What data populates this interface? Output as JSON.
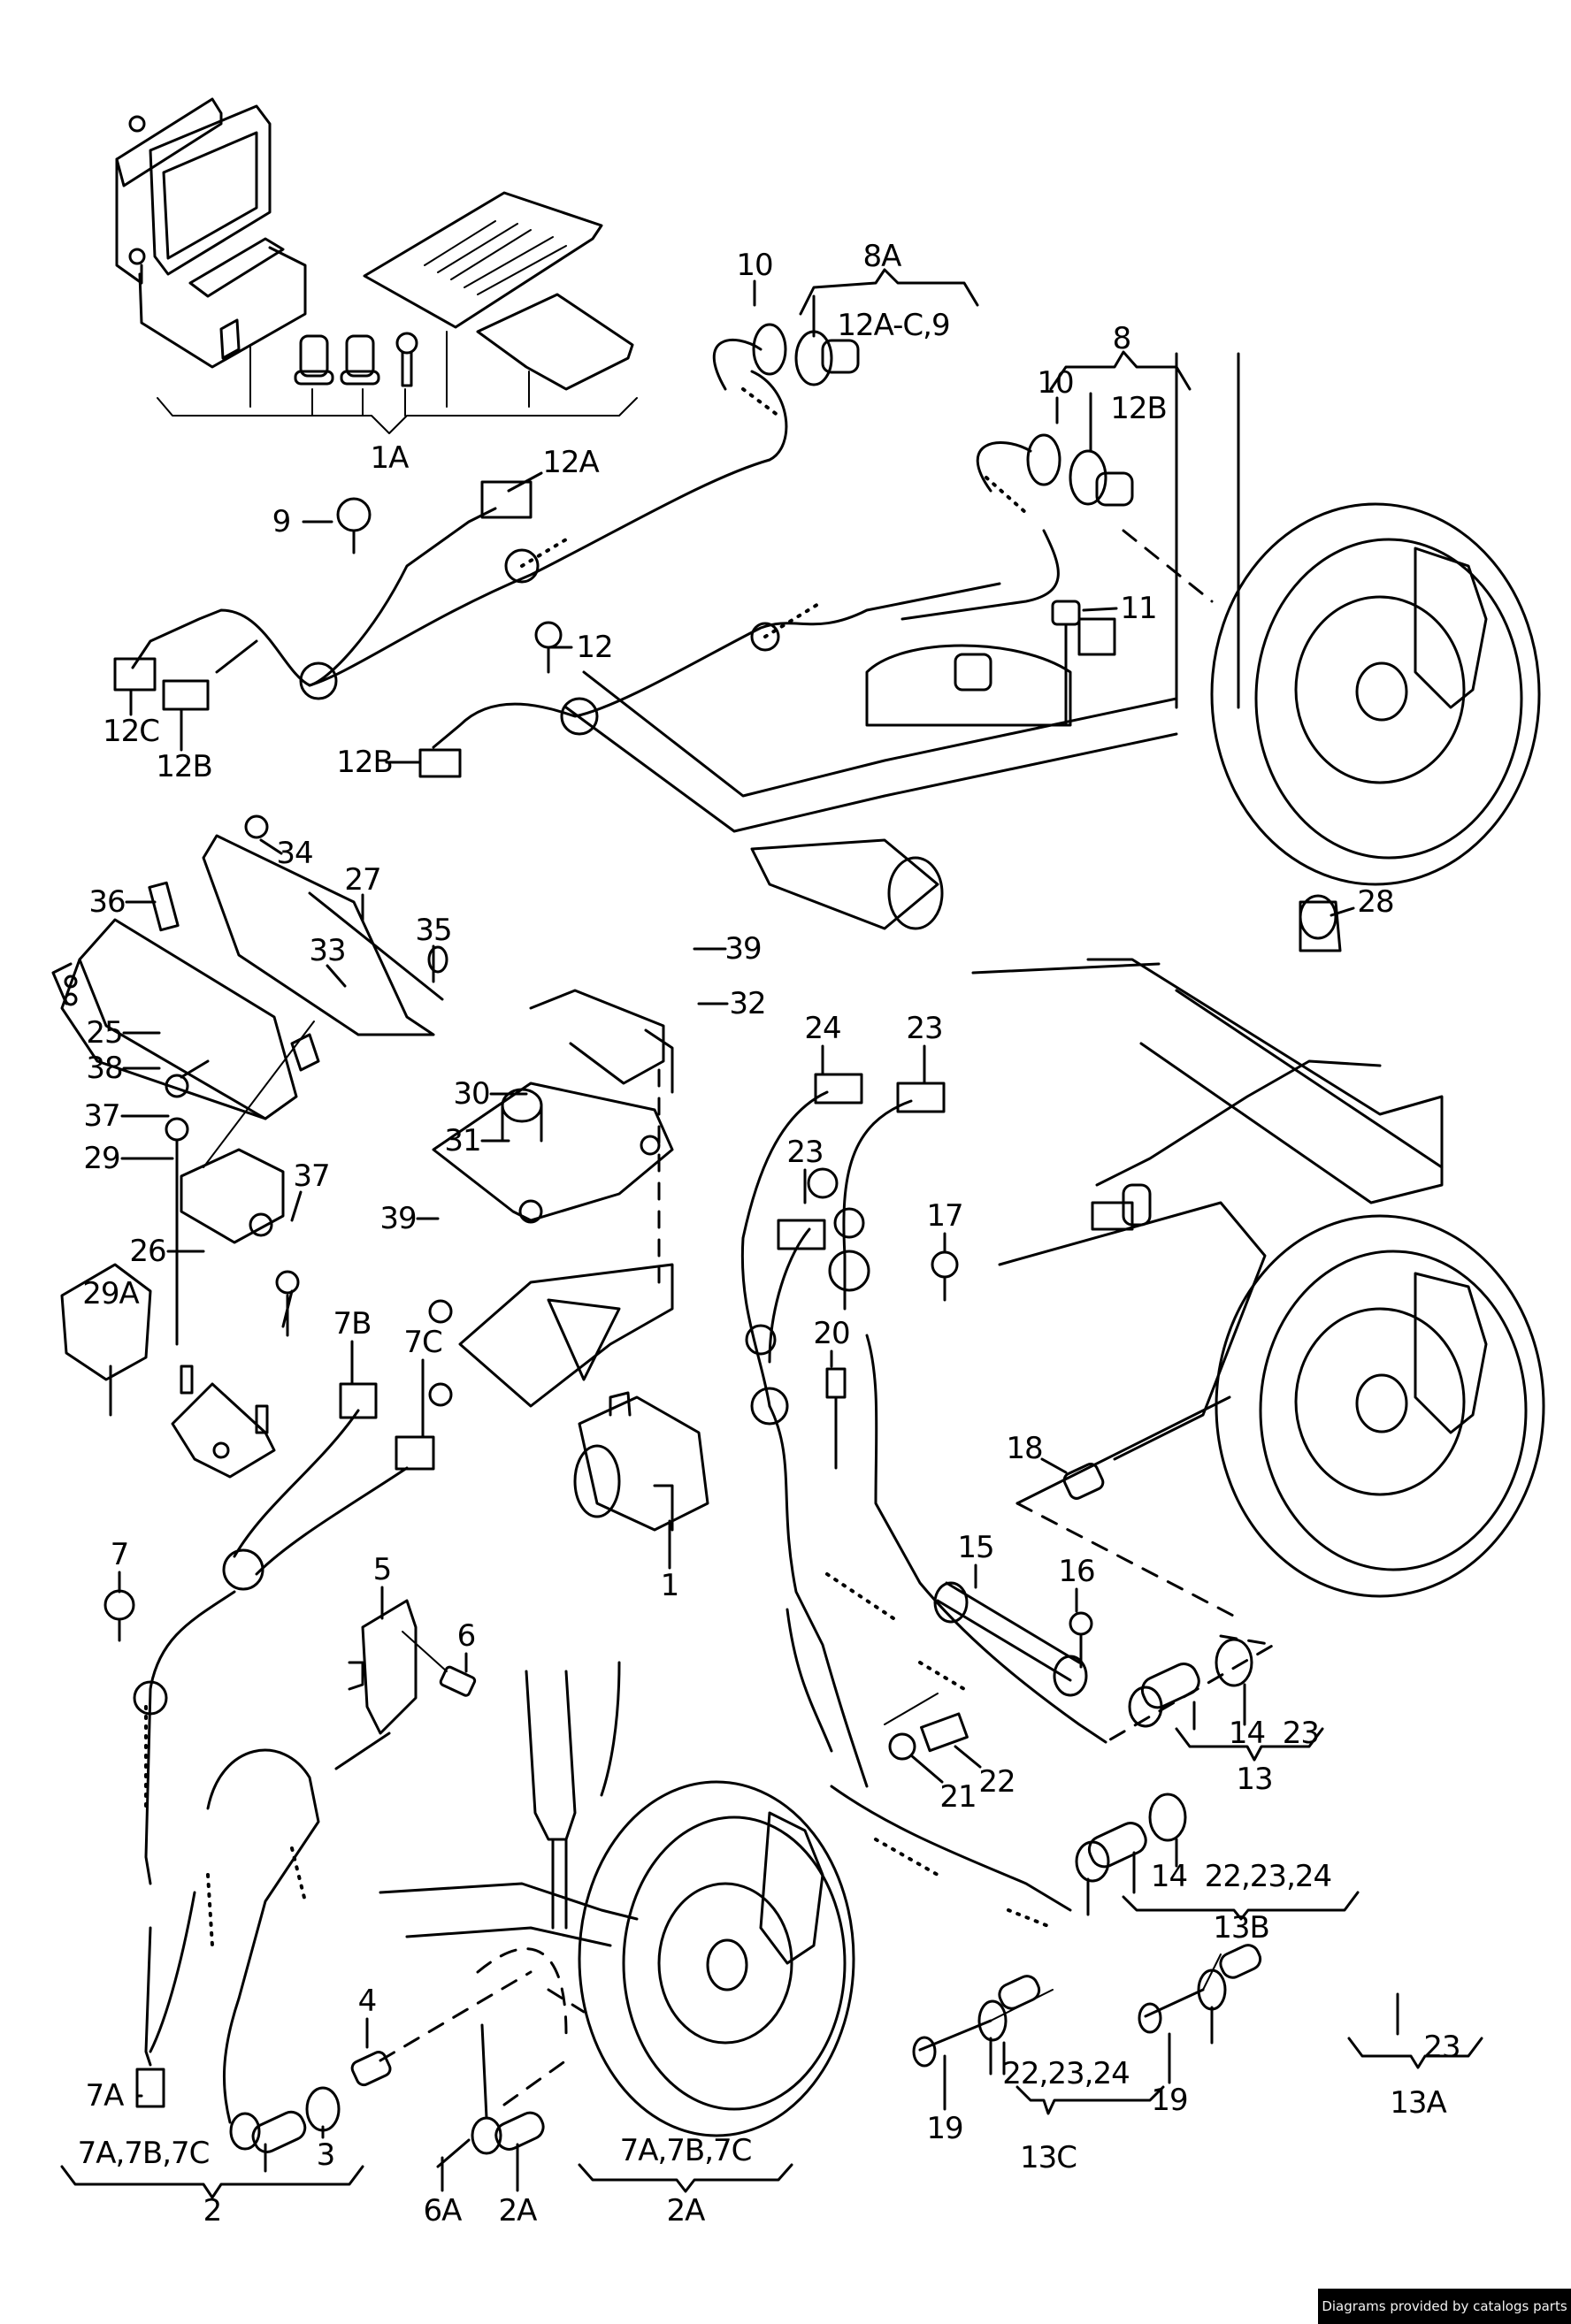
{
  "diagram": {
    "type": "exploded-parts-diagram",
    "subject": "ABS brake system wiring, sensors, control unit and mounting parts",
    "line_color": "#000000",
    "background_color": "#ffffff"
  },
  "callouts": [
    {
      "id": "c-1A",
      "text": "1A",
      "group": "abs-control-unit-kit"
    },
    {
      "id": "c-12A-top",
      "text": "12A"
    },
    {
      "id": "c-9",
      "text": "9"
    },
    {
      "id": "c-12C",
      "text": "12C"
    },
    {
      "id": "c-12B-left",
      "text": "12B"
    },
    {
      "id": "c-12B-mid",
      "text": "12B"
    },
    {
      "id": "c-12",
      "text": "12"
    },
    {
      "id": "c-10-left",
      "text": "10"
    },
    {
      "id": "c-8A",
      "text": "8A"
    },
    {
      "id": "c-8A-sub",
      "text": "12A-C,9"
    },
    {
      "id": "c-8",
      "text": "8"
    },
    {
      "id": "c-10-right",
      "text": "10"
    },
    {
      "id": "c-8-sub",
      "text": "12B"
    },
    {
      "id": "c-11",
      "text": "11"
    },
    {
      "id": "c-34",
      "text": "34"
    },
    {
      "id": "c-27",
      "text": "27"
    },
    {
      "id": "c-36",
      "text": "36"
    },
    {
      "id": "c-35",
      "text": "35"
    },
    {
      "id": "c-33",
      "text": "33"
    },
    {
      "id": "c-25",
      "text": "25"
    },
    {
      "id": "c-38",
      "text": "38"
    },
    {
      "id": "c-37-top",
      "text": "37"
    },
    {
      "id": "c-29",
      "text": "29"
    },
    {
      "id": "c-37-bottom",
      "text": "37"
    },
    {
      "id": "c-26",
      "text": "26"
    },
    {
      "id": "c-29A",
      "text": "29A"
    },
    {
      "id": "c-39-top",
      "text": "39"
    },
    {
      "id": "c-32",
      "text": "32"
    },
    {
      "id": "c-30",
      "text": "30"
    },
    {
      "id": "c-31",
      "text": "31"
    },
    {
      "id": "c-39-bottom",
      "text": "39"
    },
    {
      "id": "c-28",
      "text": "28"
    },
    {
      "id": "c-24",
      "text": "24"
    },
    {
      "id": "c-23-top",
      "text": "23"
    },
    {
      "id": "c-23-mid",
      "text": "23"
    },
    {
      "id": "c-17",
      "text": "17"
    },
    {
      "id": "c-20",
      "text": "20"
    },
    {
      "id": "c-18",
      "text": "18"
    },
    {
      "id": "c-7B",
      "text": "7B"
    },
    {
      "id": "c-7C",
      "text": "7C"
    },
    {
      "id": "c-7",
      "text": "7"
    },
    {
      "id": "c-5",
      "text": "5"
    },
    {
      "id": "c-6",
      "text": "6"
    },
    {
      "id": "c-1",
      "text": "1"
    },
    {
      "id": "c-15",
      "text": "15"
    },
    {
      "id": "c-16",
      "text": "16"
    },
    {
      "id": "c-21",
      "text": "21"
    },
    {
      "id": "c-22",
      "text": "22"
    },
    {
      "id": "c-13-sub",
      "text": "14  23"
    },
    {
      "id": "c-13",
      "text": "13"
    },
    {
      "id": "c-13B-sub",
      "text": "14  22,23,24"
    },
    {
      "id": "c-13B",
      "text": "13B"
    },
    {
      "id": "c-7A",
      "text": "7A"
    },
    {
      "id": "c-4",
      "text": "4"
    },
    {
      "id": "c-3",
      "text": "3"
    },
    {
      "id": "c-2-sub",
      "text": "7A,7B,7C"
    },
    {
      "id": "c-2",
      "text": "2"
    },
    {
      "id": "c-6A",
      "text": "6A"
    },
    {
      "id": "c-2A-left",
      "text": "2A"
    },
    {
      "id": "c-2A-sub",
      "text": "7A,7B,7C"
    },
    {
      "id": "c-2A-right",
      "text": "2A"
    },
    {
      "id": "c-19-left",
      "text": "19"
    },
    {
      "id": "c-13C-sub",
      "text": "22,23,24"
    },
    {
      "id": "c-13C",
      "text": "13C"
    },
    {
      "id": "c-19-right",
      "text": "19"
    },
    {
      "id": "c-13A-sub",
      "text": "23"
    },
    {
      "id": "c-13A",
      "text": "13A"
    }
  ],
  "credit": {
    "text": "Diagrams provided by catalogs parts",
    "background": "#000000",
    "color": "#f2f2f2"
  }
}
